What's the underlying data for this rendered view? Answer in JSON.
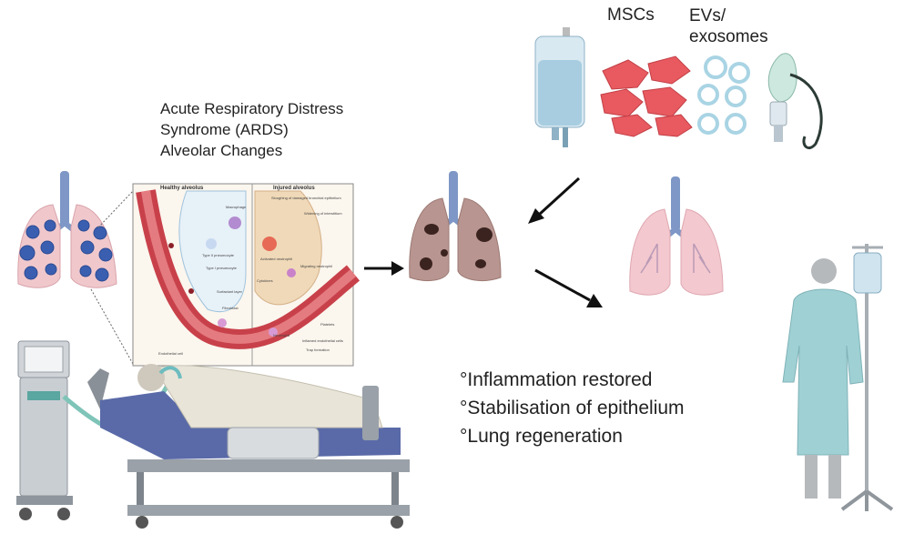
{
  "diagram": {
    "ards_title": {
      "line1": "Acute Respiratory Distress",
      "line2": "Syndrome (ARDS)",
      "line3": "Alveolar Changes"
    },
    "therapies": {
      "mscs": "MSCs",
      "evs_line1": "EVs/",
      "evs_line2": "exosomes"
    },
    "inset": {
      "healthy": "Healthy alveolus",
      "injured": "Injured alveolus",
      "labels": [
        "Sloughing of damaged bronchial epithelium",
        "Widening of interstitium",
        "Macrophage",
        "Activated neutrophil",
        "Migrating neutrophil",
        "Type II pneumocyte",
        "Surfactant layer",
        "Cytokines",
        "Fibroblast",
        "Endothelial cell",
        "Neutrophil",
        "Inflamed endothelial cells",
        "Platelets",
        "Trap formation",
        "Type I pneumocyte"
      ]
    },
    "outcomes": [
      "°Inflammation restored",
      "°Stabilisation of epithelium",
      "°Lung regeneration"
    ]
  },
  "colors": {
    "lung_infected": "#f0c8cc",
    "virus": "#3b5fb0",
    "lung_damaged": "#b89590",
    "lung_healthy": "#f3c8cf",
    "trachea": "#7e97c6",
    "msc": "#e85a5f",
    "exosome": "#a9d4e4",
    "gown": "#9fd0d4",
    "bed": "#5a6aa8"
  }
}
